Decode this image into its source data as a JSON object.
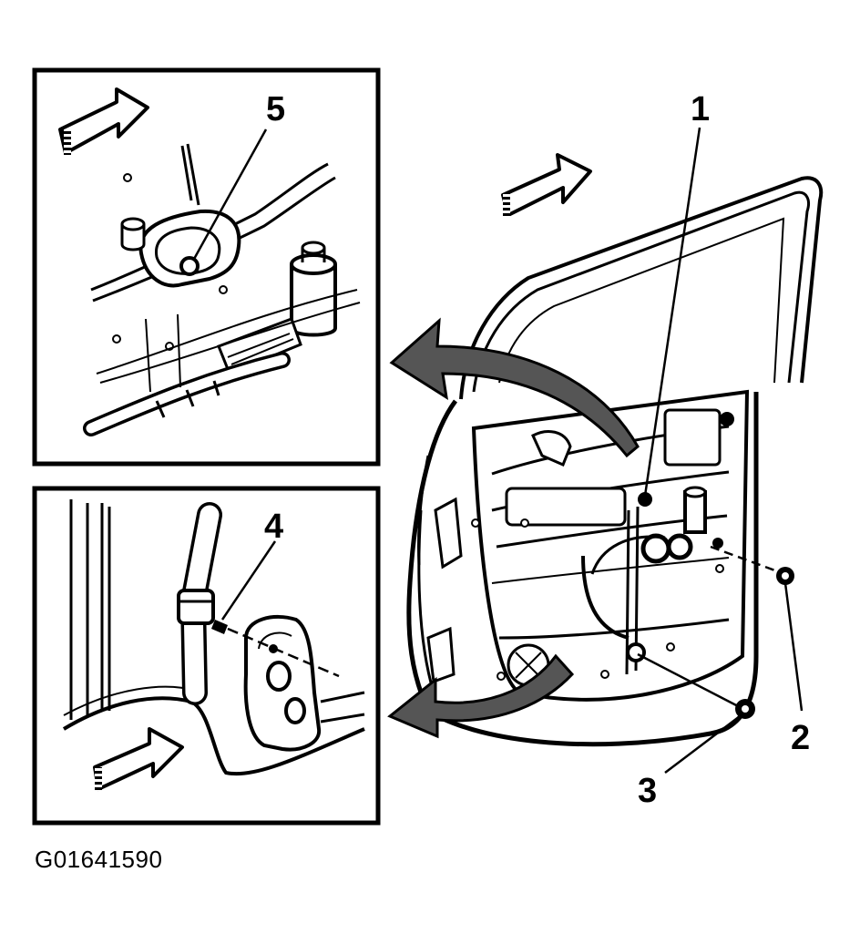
{
  "figure": {
    "id_label": "G01641590",
    "callouts": {
      "c1": "1",
      "c2": "2",
      "c3": "3",
      "c4": "4",
      "c5": "5"
    },
    "colors": {
      "ink": "#000000",
      "paper": "#ffffff",
      "arrow_fill": "#555555"
    }
  }
}
